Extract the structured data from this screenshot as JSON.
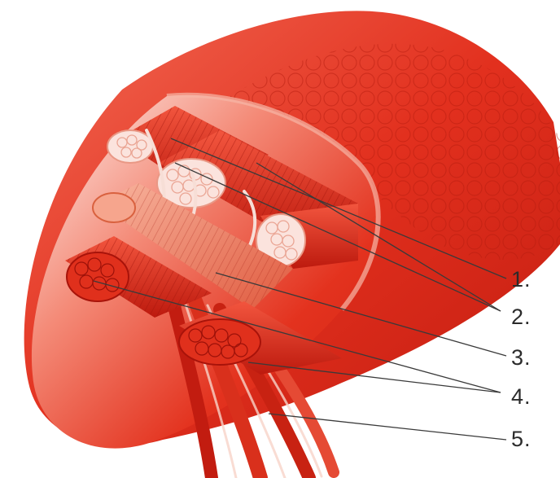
{
  "diagram": {
    "labels": [
      {
        "id": "1",
        "text": "1."
      },
      {
        "id": "2",
        "text": "2."
      },
      {
        "id": "3",
        "text": "3."
      },
      {
        "id": "4",
        "text": "4."
      },
      {
        "id": "5",
        "text": "5."
      }
    ],
    "colors": {
      "muscle": "#e63320",
      "muscle_dark": "#b8140c",
      "muscle_light": "#f06a55",
      "fascicle_end": "#fbe3dd",
      "tendon": "#f3d7cf",
      "leader_line": "#3a3a3a",
      "label_text": "#2b2b2b"
    }
  }
}
